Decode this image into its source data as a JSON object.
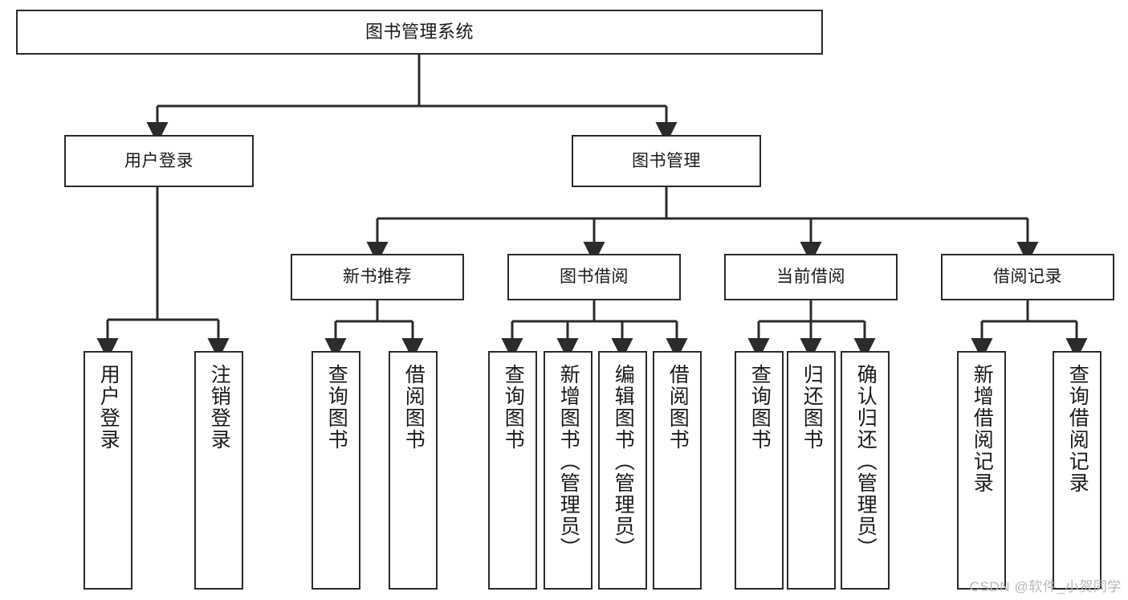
{
  "diagram": {
    "title_node": {
      "label": "图书管理系统"
    },
    "level2": [
      {
        "label": "用户登录"
      },
      {
        "label": "图书管理"
      }
    ],
    "level3": [
      {
        "label": "新书推荐"
      },
      {
        "label": "图书借阅"
      },
      {
        "label": "当前借阅"
      },
      {
        "label": "借阅记录"
      }
    ],
    "leaves": {
      "user_login": [
        {
          "label": "用户登录"
        },
        {
          "label": "注销登录"
        }
      ],
      "new_book": [
        {
          "label": "查询图书"
        },
        {
          "label": "借阅图书"
        }
      ],
      "borrow_book": [
        {
          "label": "查询图书"
        },
        {
          "label": "新增图书（管理员）"
        },
        {
          "label": "编辑图书（管理员）"
        },
        {
          "label": "借阅图书"
        }
      ],
      "current_borrow": [
        {
          "label": "查询图书"
        },
        {
          "label": "归还图书"
        },
        {
          "label": "确认归还（管理员）"
        }
      ],
      "borrow_record": [
        {
          "label": "新增借阅记录"
        },
        {
          "label": "查询借阅记录"
        }
      ]
    },
    "colors": {
      "stroke": "#2b2b2b",
      "fill": "#ffffff",
      "text": "#1a1a1a",
      "watermark": "#b9b9b9"
    }
  },
  "watermark": {
    "text": "CSDN @软件_小贺同学"
  }
}
